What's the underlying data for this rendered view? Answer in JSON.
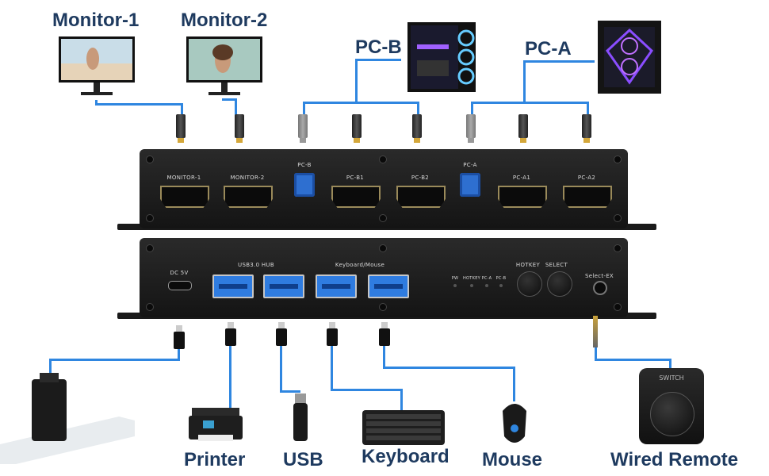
{
  "devices": {
    "monitor1": "Monitor-1",
    "monitor2": "Monitor-2",
    "pcb": "PC-B",
    "pca": "PC-A",
    "printer": "Printer",
    "usb": "USB",
    "keyboard": "Keyboard",
    "mouse": "Mouse",
    "remote": "Wired Remote"
  },
  "rear_panel": {
    "ports": [
      "MONITOR-1",
      "MONITOR-2",
      "PC-B",
      "PC-B1",
      "PC-B2",
      "PC-A",
      "PC-A1",
      "PC-A2"
    ]
  },
  "front_panel": {
    "dc": "DC 5V",
    "hub": "USB3.0 HUB",
    "km": "Keyboard/Mouse",
    "leds": [
      "PW",
      "HOTKEY",
      "PC-A",
      "PC-B"
    ],
    "hotkey": "HOTKEY",
    "select": "SELECT",
    "select_ex": "Select-EX"
  },
  "remote_label": "SWITCH",
  "colors": {
    "wire": "#2f86e0",
    "label": "#1e3a5f",
    "chassis": "#1c1c1c"
  }
}
